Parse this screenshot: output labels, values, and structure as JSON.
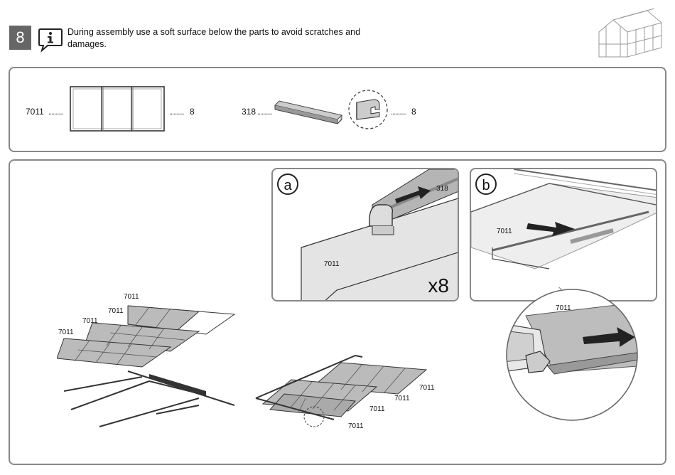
{
  "step": {
    "number": "8"
  },
  "note": {
    "text": "During assembly use a soft surface below the parts to avoid scratches and damages."
  },
  "parts": [
    {
      "code": "7011",
      "qty": "8"
    },
    {
      "code": "318",
      "qty": "8"
    }
  ],
  "details": {
    "a": {
      "letter": "a",
      "profile_code": "318",
      "panel_code": "7011",
      "multiplier": "x8"
    },
    "b": {
      "letter": "b",
      "panel_code": "7011"
    },
    "zoom": {
      "panel_code": "7011"
    }
  },
  "assembly": {
    "left_labels": [
      "7011",
      "7011",
      "7011",
      "7011"
    ],
    "right_labels": [
      "7011",
      "7011",
      "7011",
      "7011"
    ]
  }
}
